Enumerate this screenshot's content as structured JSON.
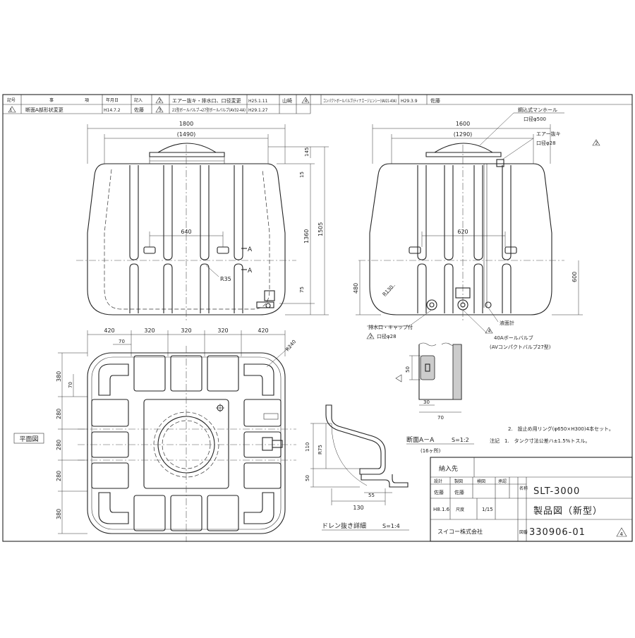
{
  "revision_table": {
    "headers": [
      "記号",
      "事",
      "項",
      "年月日",
      "記入"
    ],
    "rows": [
      {
        "mark": "1",
        "text": "断面A部形状変更",
        "date": "H14.7.2",
        "by": "佐藤"
      },
      {
        "mark": "2",
        "text": "エアー抜キ・排水口、口径変更",
        "date": "H25.1.11",
        "by": "山崎"
      },
      {
        "mark": "3",
        "text": "21型ボールバルブ→27型ボールバルブ(AV32-4A)",
        "date": "H29.1.27",
        "by": ""
      },
      {
        "mark": "4",
        "text": "コンパクトボールバルブ(ティナエージェンシー)(AV21-40A)",
        "date": "H29.3.9",
        "by": "佐藤"
      }
    ]
  },
  "front_view": {
    "dims": {
      "overall_width": "1800",
      "inner_width": "(1490)",
      "lid_offset": "145",
      "rim": "15",
      "body_height": "1360",
      "total_height": "1505",
      "rib_pitch": "640",
      "radius": "R35",
      "drain_height": "75"
    },
    "section_marks": [
      "A",
      "A"
    ]
  },
  "side_view": {
    "dims": {
      "overall_width": "1600",
      "inner_width": "(1290)",
      "rib_pitch": "620",
      "left_height": "480",
      "right_height": "600",
      "radius": "R130"
    },
    "callouts": {
      "manhole": "鋼込式マンホール",
      "manhole_dia": "口径φ500",
      "air_vent": "エアー抜キ",
      "air_vent_dia": "口径φ28",
      "drain_cap": "排水口・キャップ付",
      "drain_dia": "口径φ28",
      "level_gauge": "液面計",
      "ball_valve": "40Aボールバルブ",
      "ball_valve_note": "(AVコンパクトバルブ27型)"
    }
  },
  "plan_view": {
    "label": "平面図",
    "dims_top": [
      "420",
      "320",
      "320",
      "320",
      "420"
    ],
    "dims_left": [
      "380",
      "280",
      "280",
      "280",
      "380"
    ],
    "small_dims": {
      "offset_top": "70",
      "offset_left": "70"
    },
    "radius": "R240"
  },
  "section_detail": {
    "title": "断面A－A",
    "scale": "S=1:2",
    "note": "(16ヶ所)",
    "dims": {
      "width_total": "70",
      "width_inner": "30",
      "height": "50"
    }
  },
  "drain_detail": {
    "title": "ドレン抜き詳細",
    "scale": "S=1:4",
    "dims": {
      "height": "110",
      "radius": "R75",
      "depth": "50",
      "width": "130",
      "step": "55"
    }
  },
  "notes": [
    "2.　設止め用リング(φ650×H300)4本セット。",
    "注記　1.　タンク寸法公差ハ±1.5%トスル。"
  ],
  "title_block": {
    "delivery_label": "納入先",
    "col_headers": [
      "設計",
      "製図",
      "検図",
      "承認"
    ],
    "designer": "佐藤",
    "drafter": "佐藤",
    "date": "H8.1.6",
    "scale_label": "尺度",
    "scale_value": "1/15",
    "name_label": "名称",
    "product_name": "SLT-3000",
    "drawing_type": "製品図（新型）",
    "number_label": "図番",
    "drawing_number": "330906-01",
    "revision_mark": "4",
    "company": "スイコー株式会社"
  }
}
